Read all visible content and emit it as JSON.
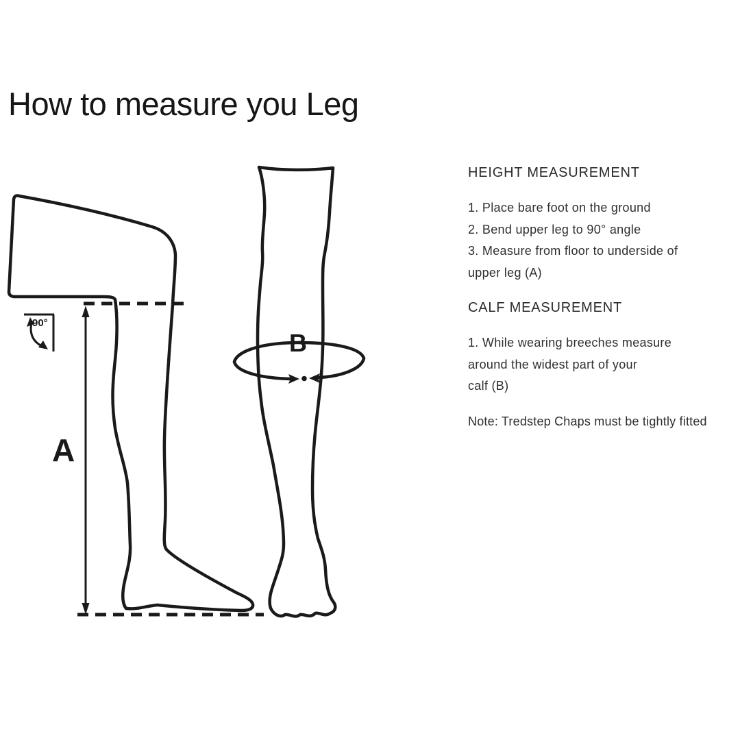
{
  "title": "How to measure you Leg",
  "diagram": {
    "label_a": "A",
    "label_b": "B",
    "angle_label": "90°",
    "ink_color": "#1a1a1a",
    "figures": [
      "side-view-bent-leg",
      "front-view-lower-leg"
    ],
    "height_arrow": "vertical double-headed arrow from floor line to underside of upper leg",
    "calf_tape": "measuring tape ellipse around widest part of calf"
  },
  "instructions": {
    "height": {
      "heading": "HEIGHT MEASUREMENT",
      "lines": [
        "1. Place bare foot on the ground",
        "2. Bend upper leg to 90° angle",
        "3. Measure from floor to underside of",
        "upper leg (A)"
      ]
    },
    "calf": {
      "heading": "CALF MEASUREMENT",
      "lines": [
        "1. While wearing breeches measure",
        "around the widest part of your",
        "calf (B)"
      ]
    },
    "note": "Note: Tredstep Chaps must be tightly fitted"
  },
  "colors": {
    "background": "#ffffff",
    "ink": "#1a1a1a",
    "text": "#2e2e2e"
  }
}
